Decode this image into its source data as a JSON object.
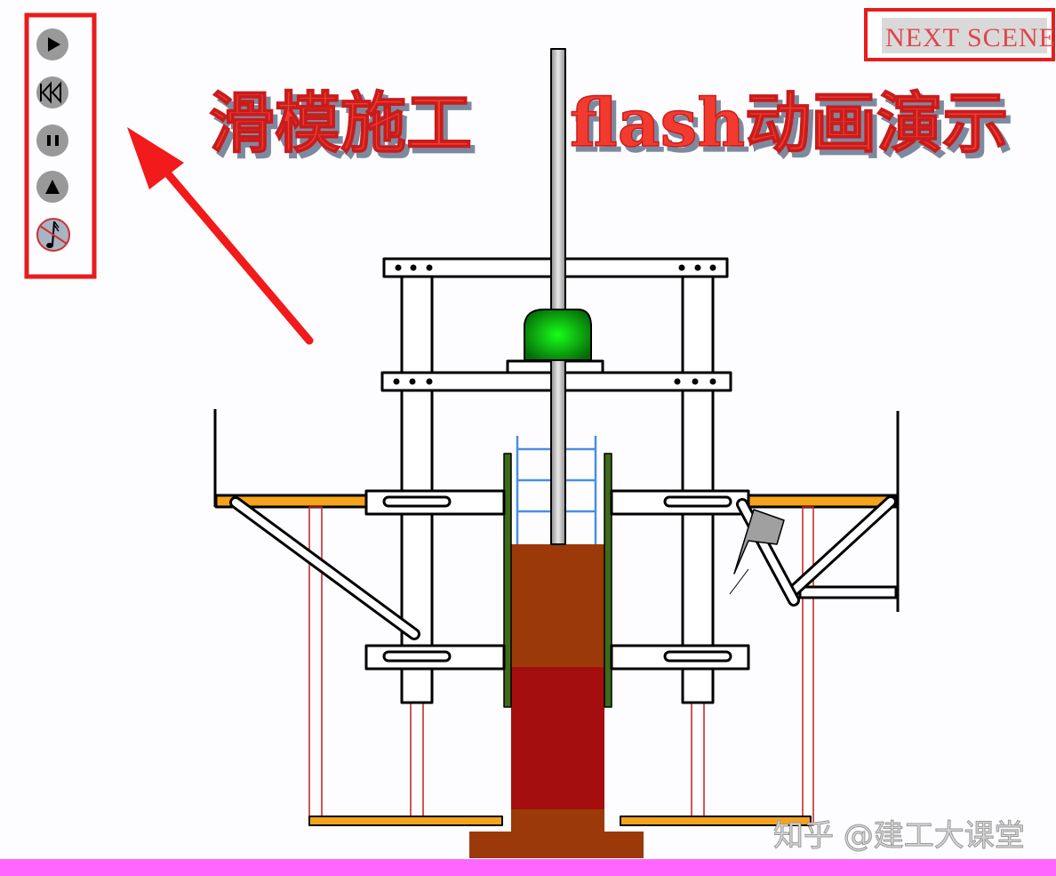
{
  "title": {
    "part1": "滑模施工",
    "part2": "flash动画演示"
  },
  "next_scene": {
    "label": "NEXT SCENE"
  },
  "controls": [
    {
      "name": "play",
      "icon": "play-icon"
    },
    {
      "name": "rewind",
      "icon": "rewind-icon"
    },
    {
      "name": "pause",
      "icon": "pause-icon"
    },
    {
      "name": "eject",
      "icon": "eject-icon"
    },
    {
      "name": "mute",
      "icon": "music-muted-icon"
    }
  ],
  "watermark": "知乎 @建工大课堂",
  "colors": {
    "accent_red": "#e81c1c",
    "button_gray": "#999999",
    "jack_green": "#0a9a1a",
    "platform_orange": "#f5a31a",
    "concrete_brown": "#9b3a08",
    "concrete_red": "#a50e0e",
    "rebar_blue": "#4a8fe0",
    "formwork_green": "#3d6b1a",
    "floor_pink": "#ff66ff"
  }
}
